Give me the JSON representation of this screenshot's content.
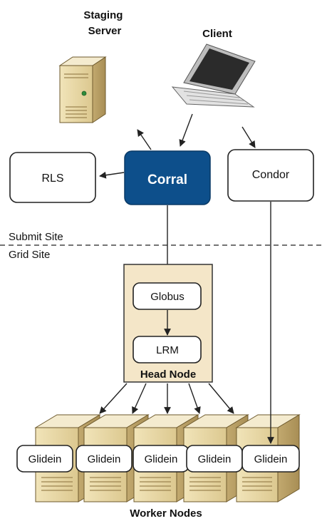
{
  "nodes": {
    "staging_server": "Staging\nServer",
    "client": "Client",
    "rls": "RLS",
    "corral": "Corral",
    "condor": "Condor",
    "globus": "Globus",
    "lrm": "LRM",
    "head_node": "Head Node",
    "worker_nodes": "Worker Nodes"
  },
  "glideins": [
    "Glidein",
    "Glidein",
    "Glidein",
    "Glidein",
    "Glidein"
  ],
  "regions": {
    "submit_site": "Submit Site",
    "grid_site": "Grid Site"
  },
  "colors": {
    "corral_fill": "#0d4f8b",
    "corral_text": "#ffffff",
    "server_front": "#e9d9a8",
    "server_side": "#c9b27a",
    "server_top": "#f3e8c6",
    "head_node_fill": "#f4e6c8",
    "laptop_body": "#d8d8d8",
    "laptop_screen": "#2b2b2b",
    "box_stroke": "#222222"
  }
}
